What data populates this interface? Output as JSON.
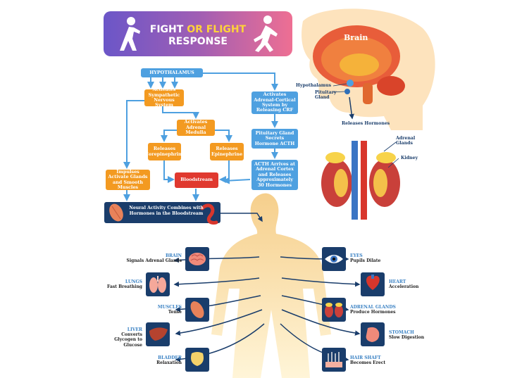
{
  "title": {
    "part1": "FIGHT",
    "part2": "OR FLIGHT",
    "part3": "RESPONSE"
  },
  "flow": {
    "hypothalamus": "HYPOTHALAMUS",
    "sympathetic": "Activates Sympathetic Nervous System",
    "adrenal_medulla": "Activates Adrenal Medulla",
    "norepinephrine": "Releases Norepinephrine",
    "epinephrine": "Releases Epinephrine",
    "impulses": "Impulses Activate Glands and Smooth Muscles",
    "bloodstream": "Bloodstream",
    "adrenal_cortical": "Activates Adrenal-Cortical System by Releasing CRF",
    "pituitary": "Pituitary Gland Secrets Hormone ACTH",
    "acth": "ACTH Arrives at Adrenal Cortex and Releases Approximately 30 Hormones",
    "neural": "Neural Activity Combines with Hormones in the Bloodstream"
  },
  "anatomy": {
    "brain": "Brain",
    "hypothalamus": "Hypothalamus",
    "pituitary": "Pituitary Gland",
    "releases": "Releases Hormones",
    "adrenal": "Adrenal Glands",
    "kidney": "Kidney"
  },
  "effects_left": [
    {
      "head": "BRAIN",
      "sub": "Signals Adrenal Glands",
      "icon": "brain-icon"
    },
    {
      "head": "LUNGS",
      "sub": "Fast Breathing",
      "icon": "lungs-icon"
    },
    {
      "head": "MUSCLES",
      "sub": "Tense",
      "icon": "muscle-icon"
    },
    {
      "head": "LIVER",
      "sub": "Converts Glycogen to Glucose",
      "icon": "liver-icon"
    },
    {
      "head": "BLADDER",
      "sub": "Relaxation",
      "icon": "bladder-icon"
    }
  ],
  "effects_right": [
    {
      "head": "EYES",
      "sub": "Pupils Dilate",
      "icon": "eye-icon"
    },
    {
      "head": "HEART",
      "sub": "Acceleration",
      "icon": "heart-icon"
    },
    {
      "head": "ADRENAL GLANDS",
      "sub": "Produce Hormones",
      "icon": "adrenal-glands-icon"
    },
    {
      "head": "STOMACH",
      "sub": "Slow Digestion",
      "icon": "stomach-icon"
    },
    {
      "head": "HAIR SHAFT",
      "sub": "Becomes Erect",
      "icon": "hair-shaft-icon"
    }
  ],
  "colors": {
    "blue_box": "#4ea0e0",
    "orange_box": "#f39a21",
    "red_box": "#e0392f",
    "navy": "#1a3d6b",
    "label_blue": "#3b82c4"
  }
}
